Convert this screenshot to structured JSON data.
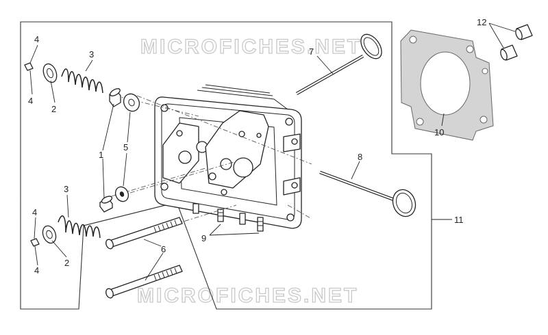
{
  "watermark": "MICROFICHES.NET",
  "callouts": [
    "1",
    "2",
    "3",
    "4",
    "5",
    "6",
    "7",
    "8",
    "9",
    "10",
    "11",
    "12"
  ]
}
